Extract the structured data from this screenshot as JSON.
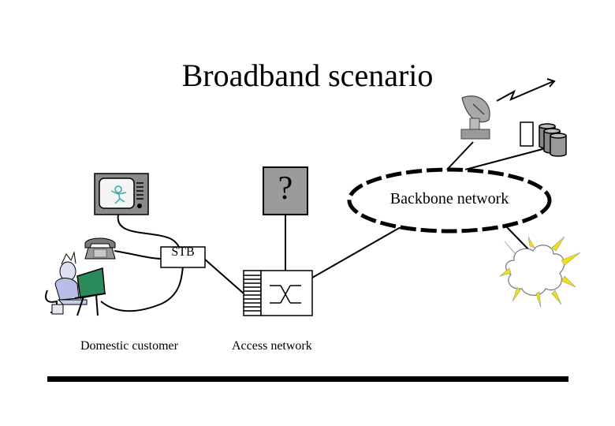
{
  "title": "Broadband scenario",
  "labels": {
    "stb": "STB",
    "domestic_customer": "Domestic customer",
    "access_network": "Access network",
    "backbone_network": "Backbone network",
    "unknown_box": "?"
  }
}
